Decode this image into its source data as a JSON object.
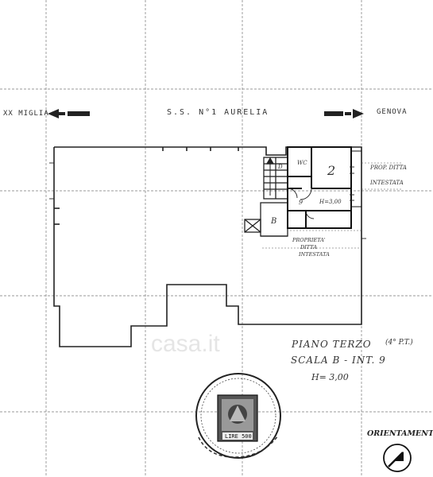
{
  "road": {
    "left_label": "XX MIGLIA",
    "center_label": "S.S. N°1 AURELIA",
    "right_label": "GENOVA"
  },
  "rooms": {
    "wc": "WC",
    "room_2": "2",
    "room_9": "9",
    "height_inner": "H=3,00",
    "stair_b": "B",
    "d_label": "D"
  },
  "labels": {
    "prop_ditta": "PROP. DITTA",
    "intestata": "INTESTATA",
    "proprieta_line1": "PROPRIETA'",
    "proprieta_line2": "DITTA",
    "proprieta_line3": "INTESTATA"
  },
  "caption": {
    "line1": "PIANO TERZO",
    "line1_note": "(4° P.T.)",
    "line2": "SCALA B - INT. 9",
    "line3": "H= 3,00"
  },
  "orientation_label": "ORIENTAMENTO",
  "stamp": {
    "price": "LIRE 500"
  },
  "watermark": "casa.it",
  "colors": {
    "ink": "#222222",
    "paper": "#ffffff"
  }
}
